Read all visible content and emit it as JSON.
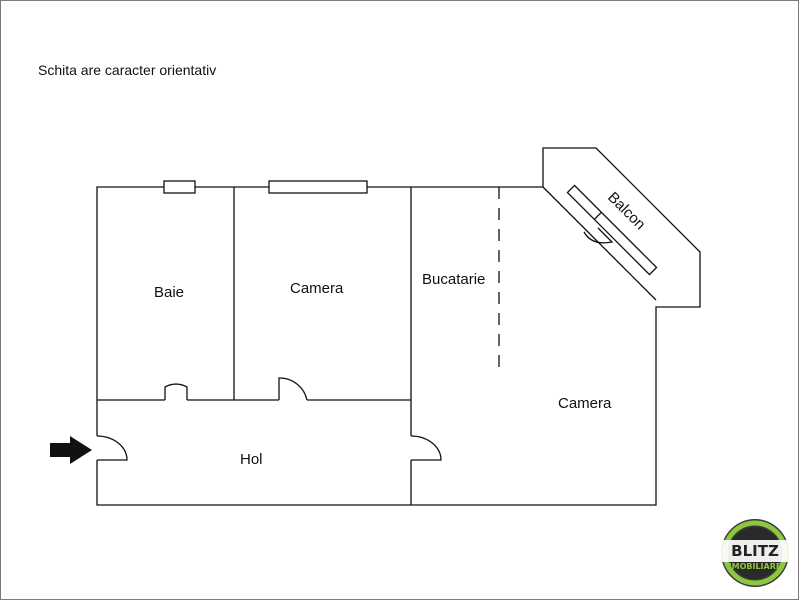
{
  "note": "Schita are caracter orientativ",
  "rooms": {
    "baie": "Baie",
    "camera1": "Camera",
    "bucatarie": "Bucatarie",
    "balcon": "Balcon",
    "camera2": "Camera",
    "hol": "Hol"
  },
  "logo": {
    "brand": "BLITZ",
    "sub": "IMOBILIARE",
    "ring_colors": [
      "#8dc63f",
      "#3a3a3a"
    ]
  },
  "icons": {
    "entrance": "arrow-right-icon"
  }
}
